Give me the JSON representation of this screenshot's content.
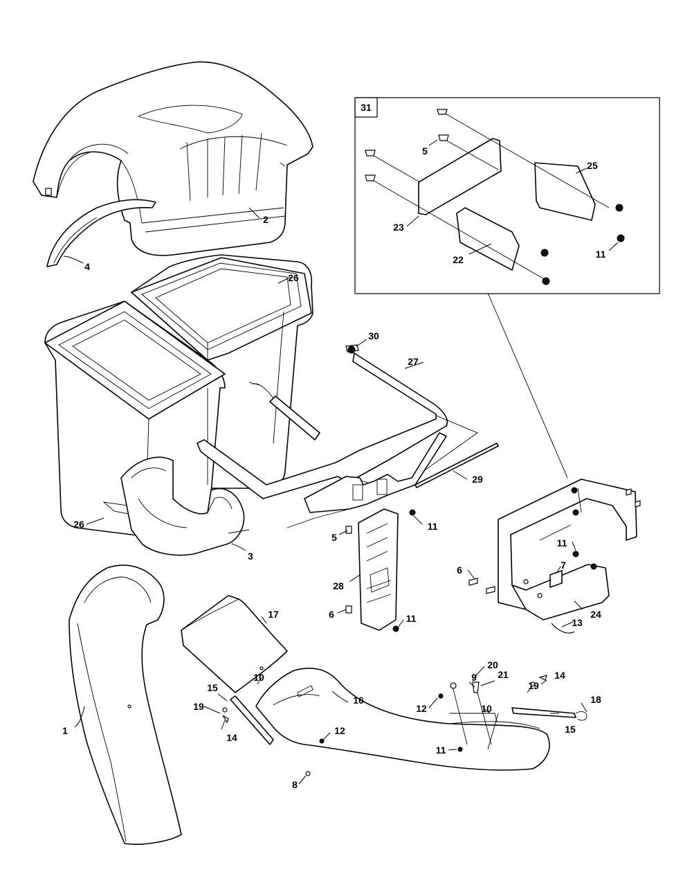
{
  "inset_label": "31",
  "callouts": [
    {
      "id": "c1",
      "text": "1"
    },
    {
      "id": "c2",
      "text": "2"
    },
    {
      "id": "c3",
      "text": "3"
    },
    {
      "id": "c4",
      "text": "4"
    },
    {
      "id": "c5a",
      "text": "5"
    },
    {
      "id": "c5b",
      "text": "5"
    },
    {
      "id": "c6a",
      "text": "6"
    },
    {
      "id": "c6b",
      "text": "6"
    },
    {
      "id": "c7",
      "text": "7"
    },
    {
      "id": "c8",
      "text": "8"
    },
    {
      "id": "c9",
      "text": "9"
    },
    {
      "id": "c10a",
      "text": "10"
    },
    {
      "id": "c10b",
      "text": "10"
    },
    {
      "id": "c11a",
      "text": "11"
    },
    {
      "id": "c11b",
      "text": "11"
    },
    {
      "id": "c11c",
      "text": "11"
    },
    {
      "id": "c11d",
      "text": "11"
    },
    {
      "id": "c11e",
      "text": "11"
    },
    {
      "id": "c12a",
      "text": "12"
    },
    {
      "id": "c12b",
      "text": "12"
    },
    {
      "id": "c13",
      "text": "13"
    },
    {
      "id": "c14a",
      "text": "14"
    },
    {
      "id": "c14b",
      "text": "14"
    },
    {
      "id": "c15a",
      "text": "15"
    },
    {
      "id": "c15b",
      "text": "15"
    },
    {
      "id": "c16",
      "text": "16"
    },
    {
      "id": "c17",
      "text": "17"
    },
    {
      "id": "c18",
      "text": "18"
    },
    {
      "id": "c19a",
      "text": "19"
    },
    {
      "id": "c19b",
      "text": "19"
    },
    {
      "id": "c20",
      "text": "20"
    },
    {
      "id": "c21",
      "text": "21"
    },
    {
      "id": "c22",
      "text": "22"
    },
    {
      "id": "c23",
      "text": "23"
    },
    {
      "id": "c24",
      "text": "24"
    },
    {
      "id": "c25",
      "text": "25"
    },
    {
      "id": "c26a",
      "text": "26"
    },
    {
      "id": "c26b",
      "text": "26"
    },
    {
      "id": "c27",
      "text": "27"
    },
    {
      "id": "c28",
      "text": "28"
    },
    {
      "id": "c29",
      "text": "29"
    },
    {
      "id": "c30",
      "text": "30"
    }
  ]
}
